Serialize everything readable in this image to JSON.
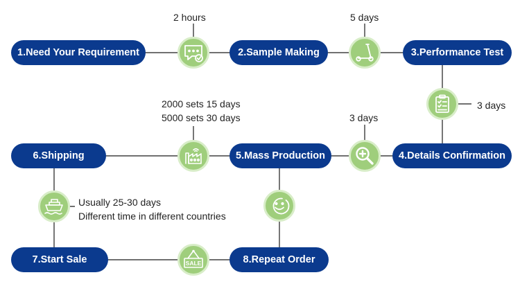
{
  "colors": {
    "step_fill": "#0b3a8e",
    "icon_fill": "#9fce7c",
    "icon_ring": "#d8edc8",
    "connector": "#1a1a1a",
    "text": "#222222"
  },
  "steps": {
    "s1": "1.Need Your Requirement",
    "s2": "2.Sample Making",
    "s3": "3.Performance Test",
    "s4": "4.Details Confirmation",
    "s5": "5.Mass Production",
    "s6": "6.Shipping",
    "s7": "7.Start Sale",
    "s8": "8.Repeat Order"
  },
  "durations": {
    "requirement_reply": "2 hours",
    "sample": "5 days",
    "test": "3 days",
    "confirmation": "3 days",
    "production_small": "2000 sets 15 days",
    "production_large": "5000 sets 30 days",
    "shipping_time": "Usually 25-30 days",
    "shipping_note": "Different time in different countries"
  },
  "icons": {
    "i1": "chat-check-icon",
    "i2": "scooter-icon",
    "i3": "checklist-clipboard-icon",
    "i4": "magnifier-plus-icon",
    "i5": "factory-icon",
    "i6": "ship-icon",
    "i7": "smiley-icon",
    "i8": "sale-sign-icon",
    "sale_text": "SALE"
  }
}
